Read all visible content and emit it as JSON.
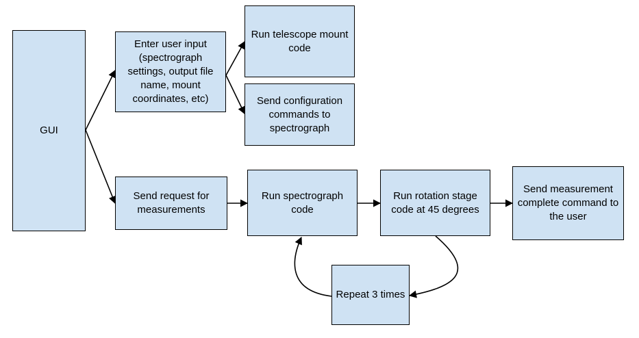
{
  "colors": {
    "node_fill": "#cfe2f3",
    "node_border": "#000000",
    "edge": "#000000"
  },
  "nodes": {
    "gui": "GUI",
    "user_input": "Enter user input (spectrograph settings, output file name, mount coordinates, etc)",
    "mount_code": "Run telescope mount code",
    "config_commands": "Send configuration commands to spectrograph",
    "request": "Send request for measurements",
    "spectrograph_code": "Run spectrograph code",
    "rotation_stage": "Run rotation stage code at 45 degrees",
    "complete": "Send measurement complete command to the user",
    "repeat": "Repeat 3 times"
  }
}
